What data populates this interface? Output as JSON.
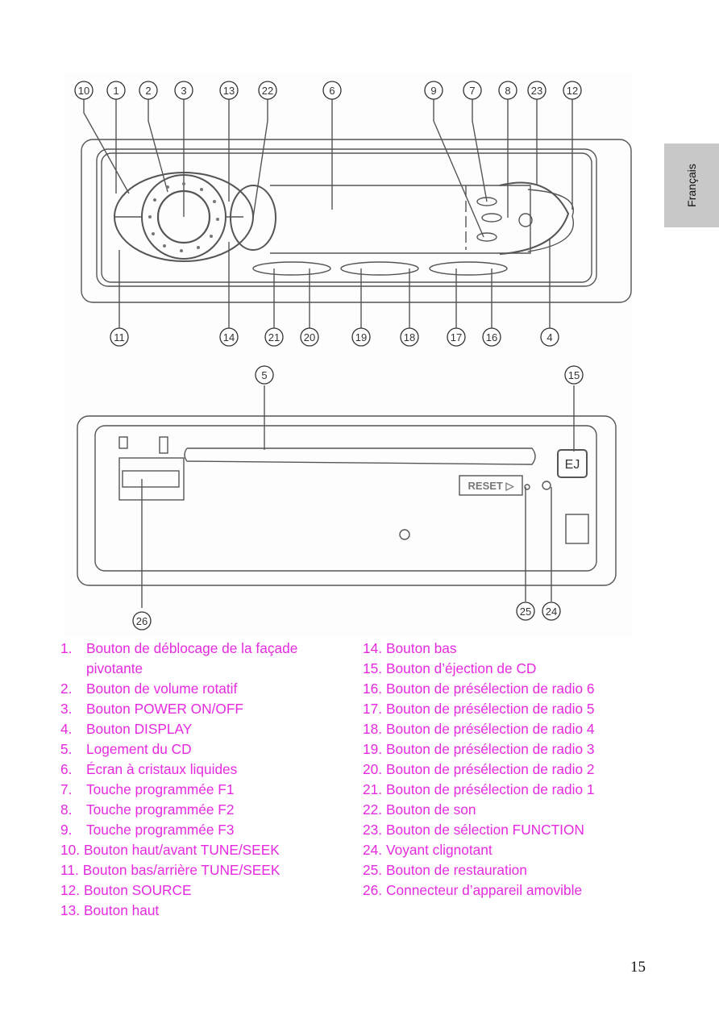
{
  "side_tab": {
    "label": "Français"
  },
  "figure_top": {
    "callouts_top": [
      "10",
      "1",
      "2",
      "3",
      "13",
      "22",
      "6",
      "9",
      "7",
      "8",
      "23",
      "12"
    ],
    "callouts_bottom": [
      "11",
      "14",
      "21",
      "20",
      "19",
      "18",
      "17",
      "16",
      "4"
    ]
  },
  "figure_bottom": {
    "callouts": [
      "5",
      "15",
      "26",
      "25",
      "24"
    ],
    "eject_label": "EJ",
    "reset_label": "RESET ▷"
  },
  "legend": {
    "color": "#e62ae0",
    "left": [
      {
        "num": "1.",
        "text": "Bouton de déblocage de la façade"
      },
      {
        "num": "",
        "text": "pivotante"
      },
      {
        "num": "2.",
        "text": "Bouton de volume rotatif"
      },
      {
        "num": "3.",
        "text": "Bouton POWER ON/OFF"
      },
      {
        "num": "4.",
        "text": "Bouton DISPLAY"
      },
      {
        "num": "5.",
        "text": "Logement du CD"
      },
      {
        "num": "6.",
        "text": "Écran à cristaux liquides"
      },
      {
        "num": "7.",
        "text": "Touche programmée F1"
      },
      {
        "num": "8.",
        "text": "Touche programmée F2"
      },
      {
        "num": "9.",
        "text": "Touche programmée F3"
      },
      {
        "num": "10.",
        "text": "Bouton haut/avant TUNE/SEEK"
      },
      {
        "num": "11.",
        "text": "Bouton bas/arrière TUNE/SEEK"
      },
      {
        "num": "12.",
        "text": "Bouton SOURCE"
      },
      {
        "num": "13.",
        "text": "Bouton haut"
      }
    ],
    "right": [
      {
        "num": "14.",
        "text": "Bouton bas"
      },
      {
        "num": "15.",
        "text": "Bouton d’éjection de CD"
      },
      {
        "num": "16.",
        "text": "Bouton de présélection de radio 6"
      },
      {
        "num": "17.",
        "text": "Bouton de présélection de radio 5"
      },
      {
        "num": "18.",
        "text": "Bouton de présélection de radio 4"
      },
      {
        "num": "19.",
        "text": "Bouton de présélection de radio 3"
      },
      {
        "num": "20.",
        "text": "Bouton de présélection de radio 2"
      },
      {
        "num": "21.",
        "text": "Bouton de présélection de radio 1"
      },
      {
        "num": "22.",
        "text": "Bouton de son"
      },
      {
        "num": "23.",
        "text": "Bouton de sélection FUNCTION"
      },
      {
        "num": "24.",
        "text": "Voyant clignotant"
      },
      {
        "num": "25.",
        "text": "Bouton de restauration"
      },
      {
        "num": "26.",
        "text": "Connecteur d’appareil amovible"
      }
    ]
  },
  "page_number": "15"
}
